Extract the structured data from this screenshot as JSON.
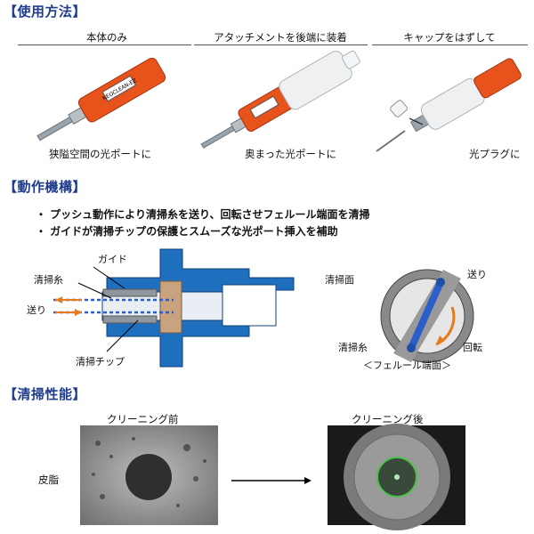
{
  "sections": {
    "usage": "【使用方法】",
    "mechanism": "【動作機構】",
    "performance": "【清掃性能】"
  },
  "usage": {
    "columns": [
      {
        "label": "本体のみ",
        "caption": "狭隘空間の光ポートに"
      },
      {
        "label": "アタッチメントを後端に装着",
        "caption": "奥まった光ポートに"
      },
      {
        "label": "キャップをはずして",
        "caption": "光プラグに"
      }
    ],
    "device_brand": "NEOCLEAN-EZ"
  },
  "mechanism": {
    "bullets": [
      "・ プッシュ動作により清掃糸を送り、回転させフェルール端面を清掃",
      "・ ガイドが清掃チップの保護とスムーズな光ポート挿入を補助"
    ],
    "cross_section": {
      "guide": "ガイド",
      "thread": "清掃糸",
      "feed": "送り",
      "tip": "清掃チップ"
    },
    "ferrule": {
      "face": "清掃面",
      "feed": "送り",
      "thread": "清掃糸",
      "rotate": "回転",
      "caption": "＜フェルール端面＞"
    }
  },
  "performance": {
    "before": "クリーニング前",
    "after": "クリーニング後",
    "row_label": "皮脂"
  },
  "colors": {
    "title": "#1f3c8c",
    "device_orange": "#e8531c",
    "device_blue": "#1f6fbf",
    "arrow_orange": "#e87a1e",
    "thread_blue": "#2a5fc9"
  }
}
